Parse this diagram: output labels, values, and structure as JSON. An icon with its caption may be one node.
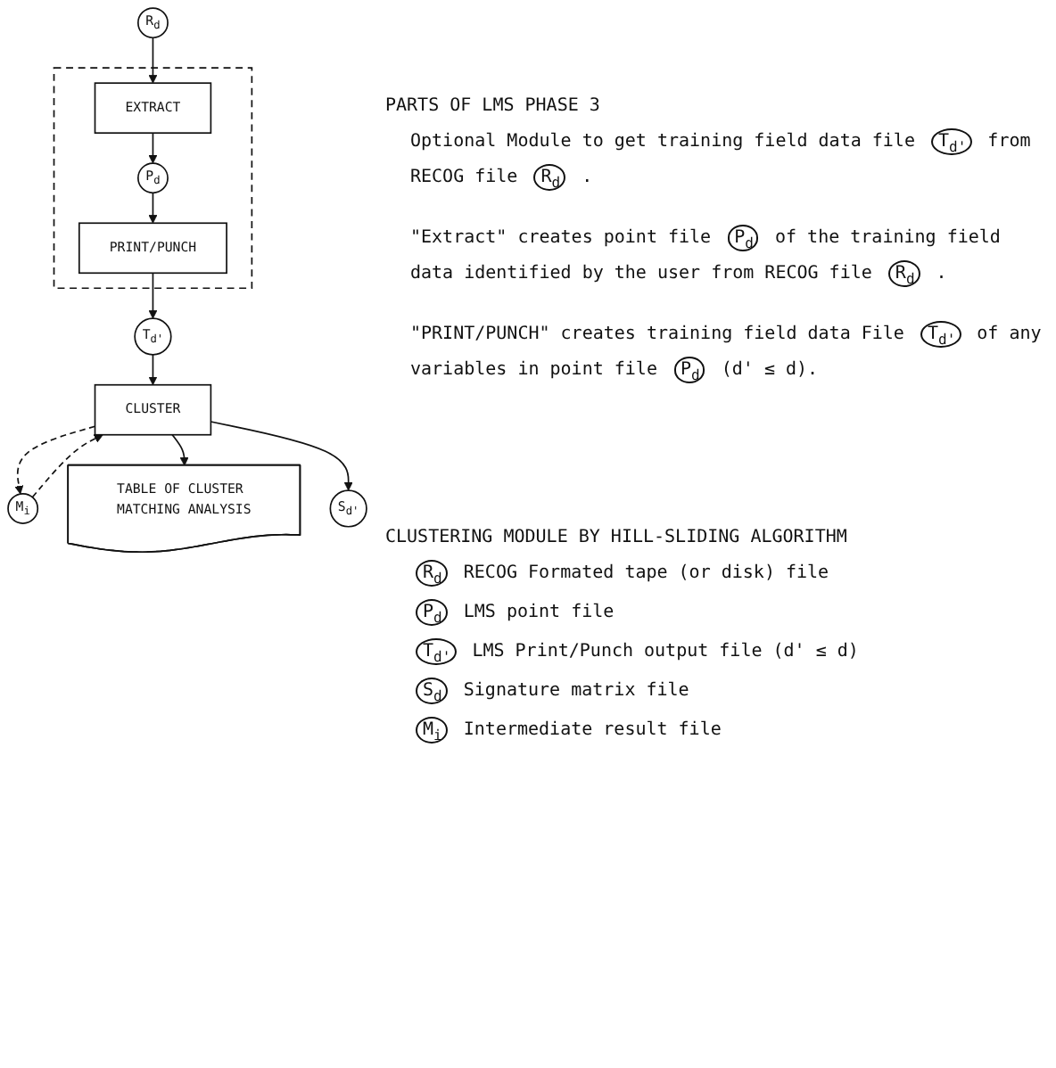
{
  "diagram": {
    "nodes": [
      {
        "text": [
          "R$_{d}$"
        ]
      },
      {
        "text": [],
        "shape": "box"
      },
      {
        "text": [
          "EXTRACT"
        ],
        "in": 1
      },
      {
        "text": [
          "P$_{d}$"
        ],
        "in": 1
      },
      {
        "text": [
          "PRINT/PUNCH"
        ],
        "in": 1
      },
      {
        "text": [
          "T$_{d'}$"
        ]
      },
      {
        "text": [
          "CLUSTER"
        ]
      },
      {
        "text": [
          "M$_{i}$"
        ]
      },
      {
        "text": [
          "TABLE OF CLUSTER MATCHING ANALYSIS"
        ]
      },
      {
        "text": [
          "S$_{d'}$"
        ]
      }
    ],
    "edges": [
      {
        "from": 0,
        "to": 2,
        "arrow": "to"
      },
      {
        "from": 2,
        "to": 3,
        "arrow": "to"
      },
      {
        "from": 3,
        "to": 4,
        "arrow": "to"
      },
      {
        "from": 4,
        "to": 5,
        "arrow": "to"
      },
      {
        "from": 5,
        "to": 6,
        "arrow": "to"
      },
      {
        "from": 6,
        "to": 7,
        "arrow": "to",
        "style": "dashed"
      },
      {
        "from": 7,
        "to": 6,
        "arrow": "to",
        "style": "dashed"
      },
      {
        "from": 6,
        "to": 8,
        "arrow": "to"
      },
      {
        "from": 6,
        "to": 9,
        "arrow": "to"
      }
    ],
    "labels": [
      "PARTS OF LMS PHASE 3",
      "Optional Module to get training field data file T$_{d'}$ from RECOG file R$_{d}$ .",
      "\"Extract\" creates point file P$_{d}$ of the training field data identified by the user from RECOG file R$_{d}$ .",
      "\"PRINT/PUNCH\" creates training field data File T$_{d'}$ of any variables in point file P$_{d}$ (d' ≤ d).",
      "CLUSTERING MODULE BY HILL-SLIDING ALGORITHM",
      "R$_{d}$ RECOG Formated tape (or disk) file",
      "P$_{d}$ LMS point file",
      "T$_{d'}$ LMS Print/Punch output file (d' ≤ d)",
      "S$_{d}$ Signature matrix file",
      "M$_{i}$ Intermediate result file"
    ]
  }
}
